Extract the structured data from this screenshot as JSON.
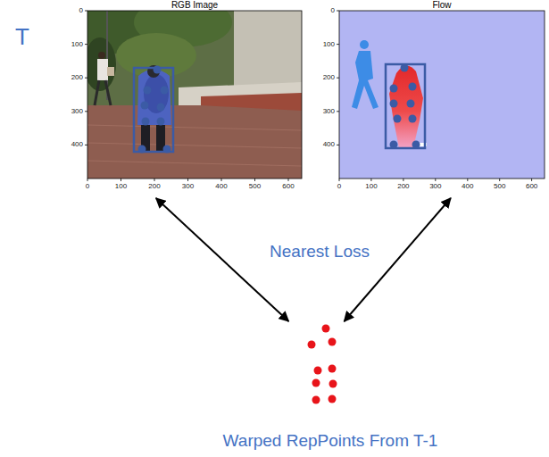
{
  "diagram": {
    "nodes": [
      {
        "text": [
          "RGB Image"
        ]
      },
      {
        "text": [
          "Flow"
        ]
      },
      {
        "text": [
          "Warped RepPoints From T-1"
        ]
      }
    ],
    "edges": [
      {
        "from": 0,
        "to": 2,
        "arrow": "both"
      },
      {
        "from": 1,
        "to": 2,
        "arrow": "both"
      }
    ],
    "labels": [
      "T",
      "0",
      "100",
      "200",
      "300",
      "400",
      "0",
      "100",
      "200",
      "300",
      "400",
      "500",
      "600",
      "0",
      "100",
      "200",
      "300",
      "400",
      "0",
      "100",
      "200",
      "300",
      "400",
      "500",
      "600",
      "Nearest Loss"
    ]
  }
}
